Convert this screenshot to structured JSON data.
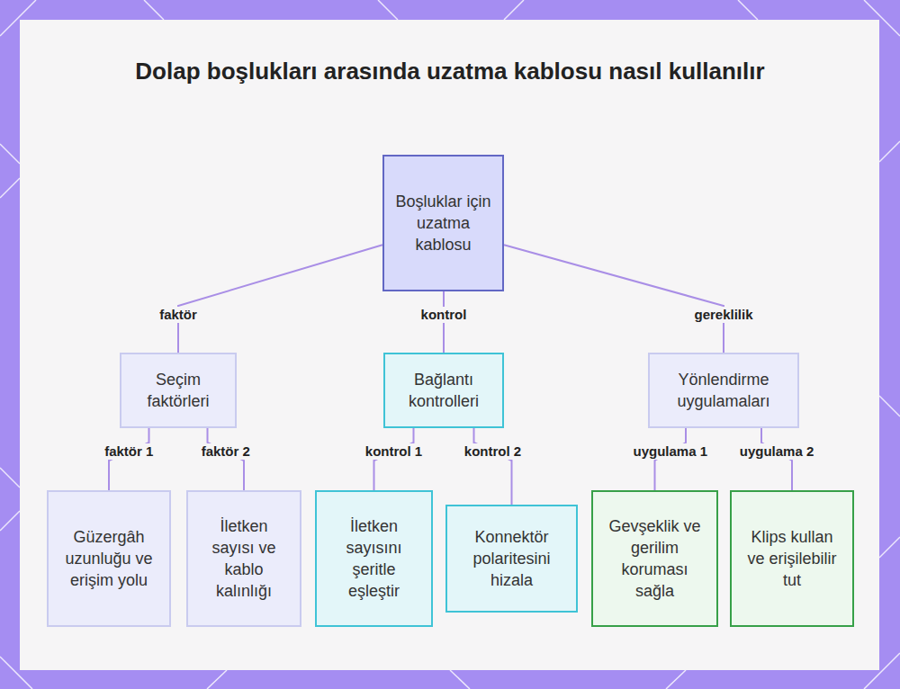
{
  "diagram": {
    "title": "Dolap boşlukları arasında uzatma kablosu nasıl kullanılır",
    "nodes": [
      {
        "text": [
          "Boşluklar için uzatma kablosu"
        ]
      },
      {
        "text": [
          "Seçim faktörleri"
        ]
      },
      {
        "text": [
          "Bağlantı kontrolleri"
        ]
      },
      {
        "text": [
          "Yönlendirme uygulamaları"
        ]
      },
      {
        "text": [
          "Güzergâh uzunluğu ve erişim yolu"
        ]
      },
      {
        "text": [
          "İletken sayısı ve kablo kalınlığı"
        ]
      },
      {
        "text": [
          "İletken sayısını şeritle eşleştir"
        ]
      },
      {
        "text": [
          "Konnektör polaritesini hizala"
        ]
      },
      {
        "text": [
          "Gevşeklik ve gerilim koruması sağla"
        ]
      },
      {
        "text": [
          "Klips kullan ve erişilebilir tut"
        ]
      }
    ],
    "edges": [
      {
        "from": 0,
        "to": 1,
        "label": "faktör",
        "arrow": "none"
      },
      {
        "from": 0,
        "to": 2,
        "label": "kontrol",
        "arrow": "none"
      },
      {
        "from": 0,
        "to": 3,
        "label": "gereklilik",
        "arrow": "none"
      },
      {
        "from": 1,
        "to": 4,
        "label": "faktör 1",
        "arrow": "none"
      },
      {
        "from": 1,
        "to": 5,
        "label": "faktör 2",
        "arrow": "none"
      },
      {
        "from": 2,
        "to": 6,
        "label": "kontrol 1",
        "arrow": "none"
      },
      {
        "from": 2,
        "to": 7,
        "label": "kontrol 2",
        "arrow": "none"
      },
      {
        "from": 3,
        "to": 8,
        "label": "uygulama 1",
        "arrow": "none"
      },
      {
        "from": 3,
        "to": 9,
        "label": "uygulama 2",
        "arrow": "none"
      }
    ]
  }
}
